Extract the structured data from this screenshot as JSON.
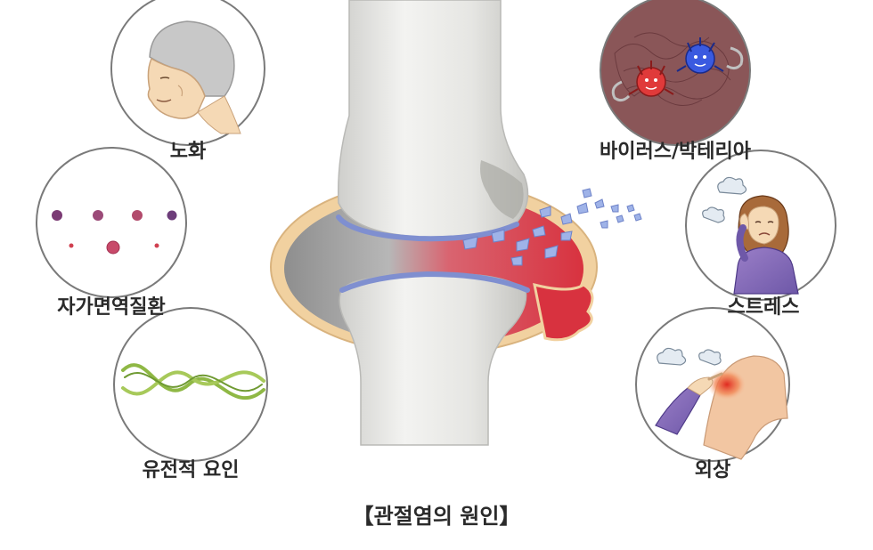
{
  "title": "【관절염의 원인】",
  "causes": [
    {
      "id": "aging",
      "label": "노화",
      "icon": "elderly-person-icon"
    },
    {
      "id": "autoimmune",
      "label": "자가면역질환",
      "icon": "cells-icon"
    },
    {
      "id": "genetic",
      "label": "유전적 요인",
      "icon": "dna-icon"
    },
    {
      "id": "infection",
      "label": "바이러스/박테리아",
      "icon": "germ-icon"
    },
    {
      "id": "stress",
      "label": "스트레스",
      "icon": "stressed-person-icon"
    },
    {
      "id": "trauma",
      "label": "외상",
      "icon": "injury-icon"
    }
  ],
  "colors": {
    "bone": "#e4e4e2",
    "cartilage": "#8a9ad4",
    "inflamed": "#d83a48",
    "capsule": "#f2d3a6",
    "circle_stroke": "#7a7a7a"
  }
}
